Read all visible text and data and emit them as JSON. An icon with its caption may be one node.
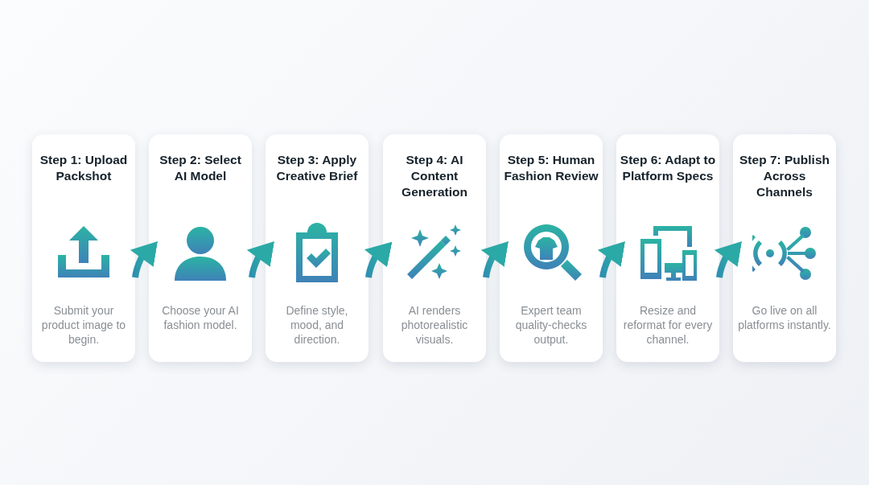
{
  "diagram": {
    "nodes": [
      {
        "text": [
          "Step 1: Upload Packshot",
          "Submit your product image to begin."
        ]
      },
      {
        "text": [
          "Step 2: Select AI Model",
          "Choose your AI fashion model."
        ]
      },
      {
        "text": [
          "Step 3: Apply Creative Brief",
          "Define style, mood, and direction."
        ]
      },
      {
        "text": [
          "Step 4: AI Content Generation",
          "AI renders photorealistic visuals."
        ]
      },
      {
        "text": [
          "Step 5: Human Fashion Review",
          "Expert team quality-checks output."
        ]
      },
      {
        "text": [
          "Step 6: Adapt to Platform Specs",
          "Resize and reformat for every channel."
        ]
      },
      {
        "text": [
          "Step 7: Publish Across Channels",
          "Go live on all platforms instantly."
        ]
      }
    ],
    "edges": [
      {
        "from": 0,
        "to": 1,
        "arrow": "to"
      },
      {
        "from": 1,
        "to": 2,
        "arrow": "to"
      },
      {
        "from": 2,
        "to": 3,
        "arrow": "to"
      },
      {
        "from": 3,
        "to": 4,
        "arrow": "to"
      },
      {
        "from": 4,
        "to": 5,
        "arrow": "to"
      },
      {
        "from": 5,
        "to": 6,
        "arrow": "to"
      }
    ]
  }
}
